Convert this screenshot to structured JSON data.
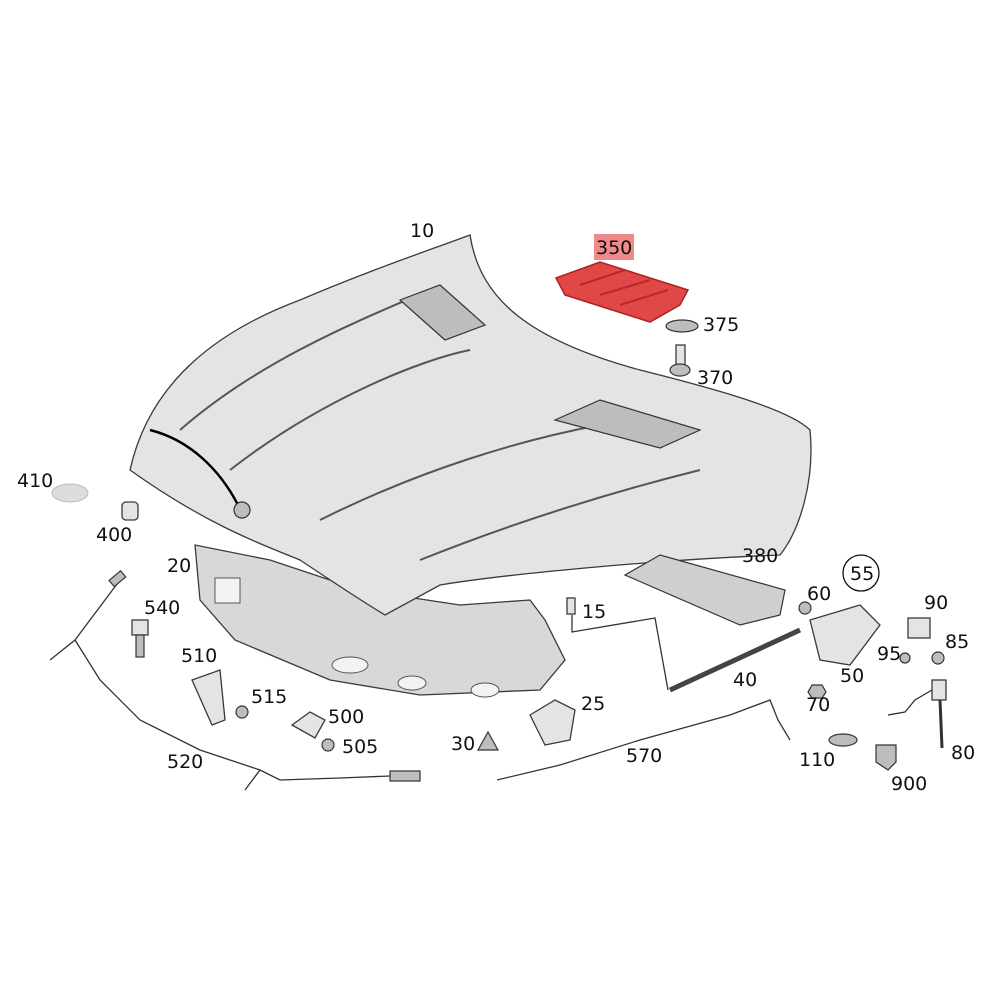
{
  "diagram": {
    "title": "Hood assembly exploded parts diagram",
    "highlight_color": "#f08a8a",
    "highlighted_part": "350",
    "circled_part": "55",
    "labels": {
      "p10": "10",
      "p350": "350",
      "p375": "375",
      "p370": "370",
      "p410": "410",
      "p400": "400",
      "p20": "20",
      "p380": "380",
      "p55": "55",
      "p60": "60",
      "p15": "15",
      "p90": "90",
      "p540": "540",
      "p85": "85",
      "p95": "95",
      "p510": "510",
      "p50": "50",
      "p515": "515",
      "p40": "40",
      "p70": "70",
      "p500": "500",
      "p25": "25",
      "p505": "505",
      "p30": "30",
      "p570": "570",
      "p110": "110",
      "p80": "80",
      "p520": "520",
      "p900": "900"
    }
  }
}
